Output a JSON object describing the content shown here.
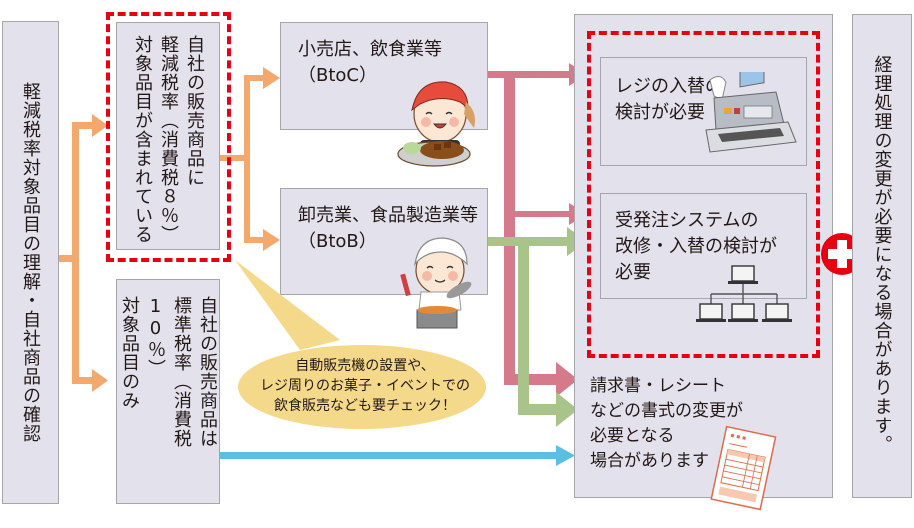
{
  "left_box": {
    "text": "軽減税率対象品目の理解・自社商品の確認"
  },
  "reduced_box": {
    "lines": [
      "自社の販売商品に",
      "軽減税率（消費税８％）",
      "対象品目が含まれている"
    ]
  },
  "standard_box": {
    "lines": [
      "自社の販売商品は",
      "標準税率（消費税10％）",
      "対象品目のみ"
    ]
  },
  "btoc_box": {
    "lines": [
      "小売店、飲食業等",
      "（BtoC）"
    ]
  },
  "btob_box": {
    "lines": [
      "卸売業、食品製造業等",
      "（BtoB）"
    ]
  },
  "callout": {
    "lines": [
      "自動販売機の設置や、",
      "レジ周りのお菓子・イベントでの",
      "飲食販売なども要チェック！"
    ]
  },
  "register_box": {
    "lines": [
      "レジの入替の",
      "検討が必要"
    ]
  },
  "order_box": {
    "lines": [
      "受発注システムの",
      "改修・入替の検討が",
      "必要"
    ]
  },
  "invoice_text": {
    "lines": [
      "請求書・レシート",
      "などの書式の変更が",
      "必要となる",
      "場合があります"
    ]
  },
  "right_box": {
    "text": "経理処理の変更が必要になる場合があります。"
  },
  "colors": {
    "box_fill": "#e2e1ec",
    "box_border": "#a6a5ab",
    "dashed_red": "#e60012",
    "arrow_orange": "#f3a86e",
    "arrow_pink": "#d57a8a",
    "arrow_green": "#a9c48a",
    "arrow_blue": "#5bc0e0",
    "callout_fill": "#f5d98a",
    "plus_red": "#e60012"
  },
  "icons": [
    "cash-register-icon",
    "network-computers-icon",
    "invoice-document-icon",
    "plus-icon",
    "waitress-illustration",
    "chef-illustration"
  ]
}
